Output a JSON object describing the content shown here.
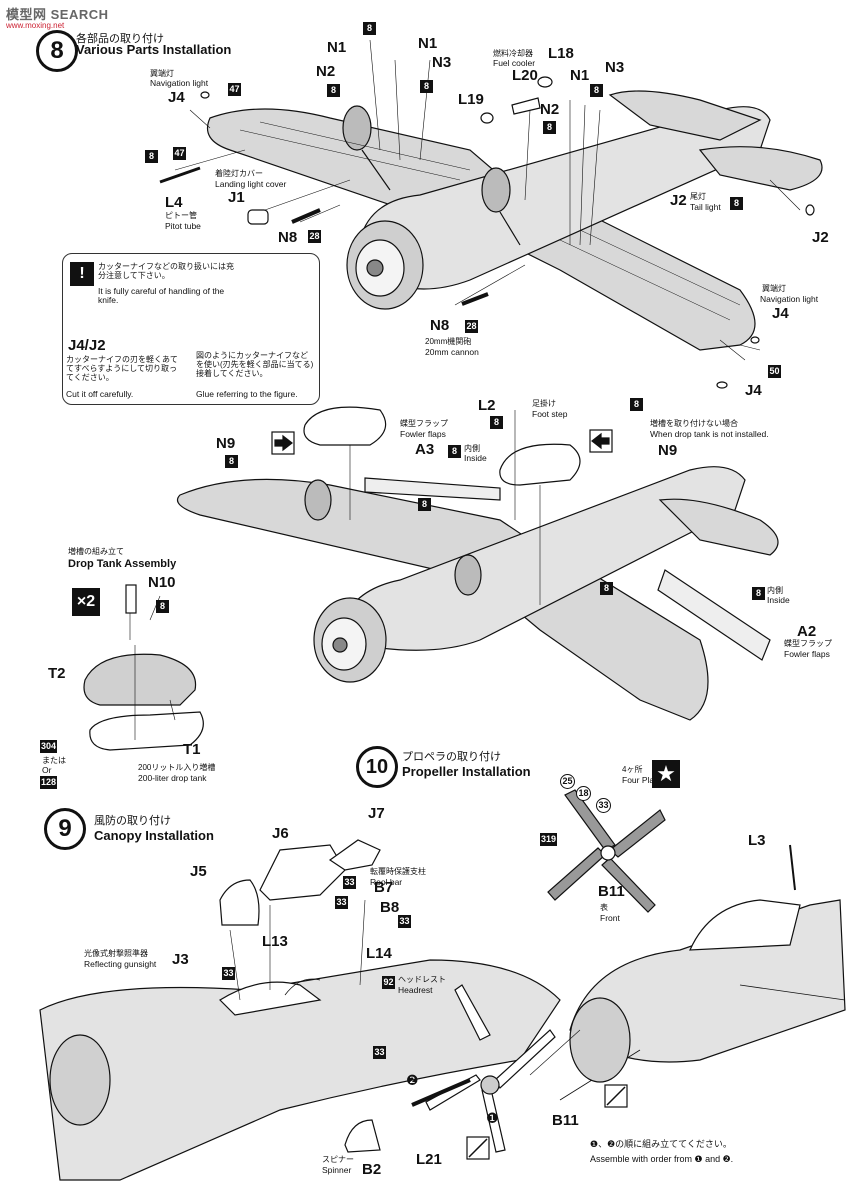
{
  "watermark": {
    "brand": "模型网",
    "site": "SEARCH",
    "sub": "www.moxing.net"
  },
  "step8": {
    "num": "8",
    "title_jp": "各部品の取り付け",
    "title_en": "Various Parts Installation"
  },
  "step9": {
    "num": "9",
    "title_jp": "風防の取り付け",
    "title_en": "Canopy Installation"
  },
  "step10": {
    "num": "10",
    "title_jp": "プロペラの取り付け",
    "title_en": "Propeller Installation"
  },
  "parts": {
    "N1a": "N1",
    "N1b": "N1",
    "N2a": "N2",
    "N3a": "N3",
    "L18": "L18",
    "L20": "L20",
    "N1c": "N1",
    "N3c": "N3",
    "L19": "L19",
    "N2c": "N2",
    "J4a": "J4",
    "L4": "L4",
    "J1": "J1",
    "N8a": "N8",
    "J2a": "J2",
    "J2b": "J2",
    "J4b": "J4",
    "J4c": "J4",
    "N8b": "N8",
    "J4J2": "J4/J2",
    "L2": "L2",
    "A3": "A3",
    "N9a": "N9",
    "N9b": "N9",
    "N10": "N10",
    "T2": "T2",
    "T1": "T1",
    "A2": "A2",
    "J7": "J7",
    "J6": "J6",
    "J5": "J5",
    "B7": "B7",
    "B8": "B8",
    "L13": "L13",
    "L14": "L14",
    "J3": "J3",
    "L3": "L3",
    "B11a": "B11",
    "B11b": "B11",
    "B2": "B2",
    "L21": "L21"
  },
  "colors": {
    "c8a": "8",
    "c8b": "8",
    "c47a": "47",
    "c47b": "47",
    "c8c": "8",
    "c28a": "28",
    "c8d": "8",
    "c8e": "8",
    "c8f": "8",
    "c50": "50",
    "c28b": "28",
    "c8g": "8",
    "c8h": "8",
    "c8i": "8",
    "c8j": "8",
    "c8k": "8",
    "c8l": "8",
    "c8m": "8",
    "c304": "304",
    "c128": "128",
    "c33a": "33",
    "c33b": "33",
    "c33c": "33",
    "c33d": "33",
    "c92": "92",
    "c33e": "33",
    "c25": "25",
    "c18": "18",
    "c33f": "33",
    "c319": "319",
    "c8n": "8"
  },
  "notes": {
    "nav_light_jp": "翼端灯",
    "nav_light_en": "Navigation light",
    "nav_light2_jp": "翼端灯",
    "nav_light2_en": "Navigation light",
    "pitot_jp": "ピトー管",
    "pitot_en": "Pitot tube",
    "landing_jp": "着陸灯カバー",
    "landing_en": "Landing light cover",
    "fuel_jp": "燃料冷却器",
    "fuel_en": "Fuel cooler",
    "tail_jp": "尾灯",
    "tail_en": "Tail light",
    "cannon_jp": "20mm機関砲",
    "cannon_en": "20mm cannon",
    "caution1_jp": "カッターナイフなどの取り扱いには充分注意して下さい。",
    "caution1_en": "It is fully careful of handling of the knife.",
    "caution2_jp": "カッターナイフの刃を軽くあててすべらすようにして切り取ってください。",
    "caution2_en": "Cut it off carefully.",
    "caution3_jp": "図のようにカッターナイフなどを使い(刃先を軽く部品に当てる)接着してください。",
    "caution3_en": "Glue referring to the figure.",
    "footstep_jp": "足掛け",
    "footstep_en": "Foot step",
    "fowler_jp": "蝶型フラップ",
    "fowler_en": "Fowler flaps",
    "inside_jp": "内側",
    "inside_en": "Inside",
    "inside2_jp": "内側",
    "inside2_en": "Inside",
    "fowler2_jp": "蝶型フラップ",
    "fowler2_en": "Fowler flaps",
    "notank_jp": "増槽を取り付けない場合",
    "notank_en": "When drop tank is not installed.",
    "droptank_jp": "増槽の組み立て",
    "droptank_en": "Drop Tank Assembly",
    "x2": "×2",
    "tank200_jp": "200リットル入り増槽",
    "tank200_en": "200-liter drop tank",
    "or_jp": "または",
    "or_en": "Or",
    "four_jp": "4ヶ所",
    "four_en": "Four Places",
    "front_jp": "表",
    "front_en": "Front",
    "rollbar_jp": "転覆時保護支柱",
    "rollbar_en": "Rool bar",
    "gunsight_jp": "光像式射撃照準器",
    "gunsight_en": "Reflecting gunsight",
    "headrest_jp": "ヘッドレスト",
    "headrest_en": "Headrest",
    "spinner_jp": "スピナー",
    "spinner_en": "Spinner",
    "order_jp": "❶、❷の順に組み立ててください。",
    "order_en": "Assemble with order from ❶ and ❷.",
    "o1": "❶",
    "o2": "❷",
    "o1b": "❶"
  }
}
